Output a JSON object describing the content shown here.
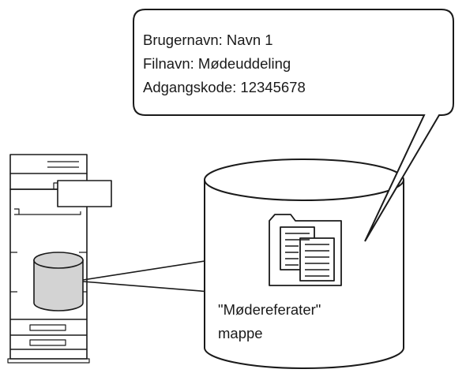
{
  "callout": {
    "username_line": "Brugernavn: Navn 1",
    "filename_line": "Filnavn: Mødeuddeling",
    "password_line": "Adgangskode: 12345678"
  },
  "folder": {
    "name_line": "\"Mødereferater\"",
    "type_line": "mappe"
  },
  "icons": {
    "device": "multifunction-printer-icon",
    "storage": "storage-cylinder-icon",
    "folder": "folder-with-documents-icon"
  },
  "colors": {
    "stroke": "#1a1a1a",
    "storage_fill": "#d3d3d3",
    "background": "#ffffff"
  }
}
